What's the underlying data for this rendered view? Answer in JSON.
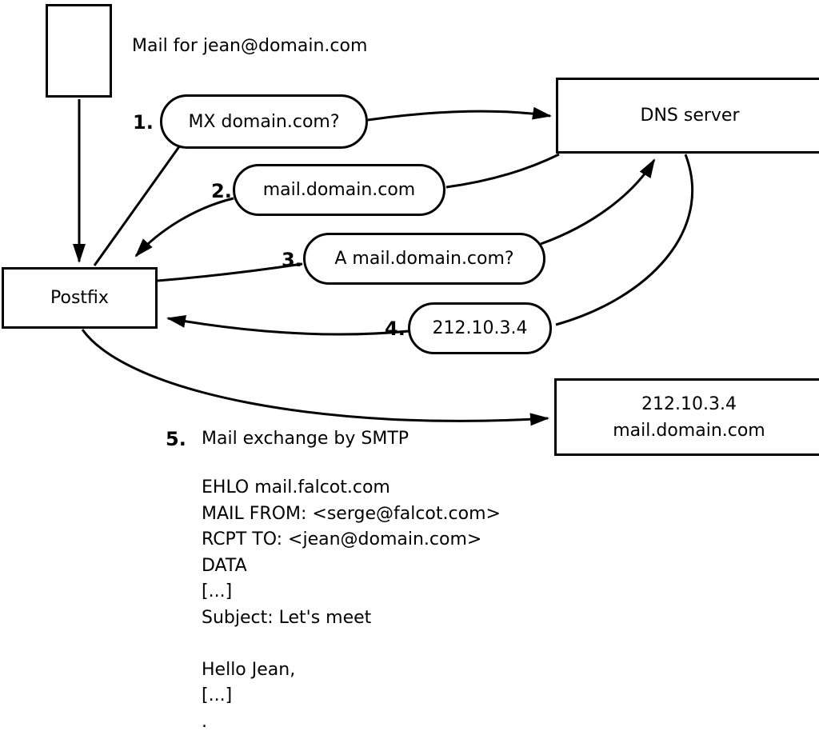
{
  "diagram": {
    "mail_note": "Mail for jean@domain.com",
    "nodes": {
      "postfix": "Postfix",
      "dns_server": "DNS server",
      "mail_server_line1": "212.10.3.4",
      "mail_server_line2": "mail.domain.com"
    },
    "steps": [
      {
        "num": "1.",
        "label": "MX domain.com?"
      },
      {
        "num": "2.",
        "label": "mail.domain.com"
      },
      {
        "num": "3.",
        "label": "A mail.domain.com?"
      },
      {
        "num": "4.",
        "label": "212.10.3.4"
      },
      {
        "num": "5.",
        "label": "Mail exchange by SMTP"
      }
    ],
    "smtp_session": [
      "EHLO mail.falcot.com",
      "MAIL FROM: <serge@falcot.com>",
      "RCPT TO: <jean@domain.com>",
      "DATA",
      "[...]",
      "Subject: Let's meet",
      "",
      "Hello Jean,",
      "[...]",
      "."
    ]
  },
  "colors": {
    "background": "#ffffff",
    "stroke": "#000000",
    "text": "#000000"
  }
}
